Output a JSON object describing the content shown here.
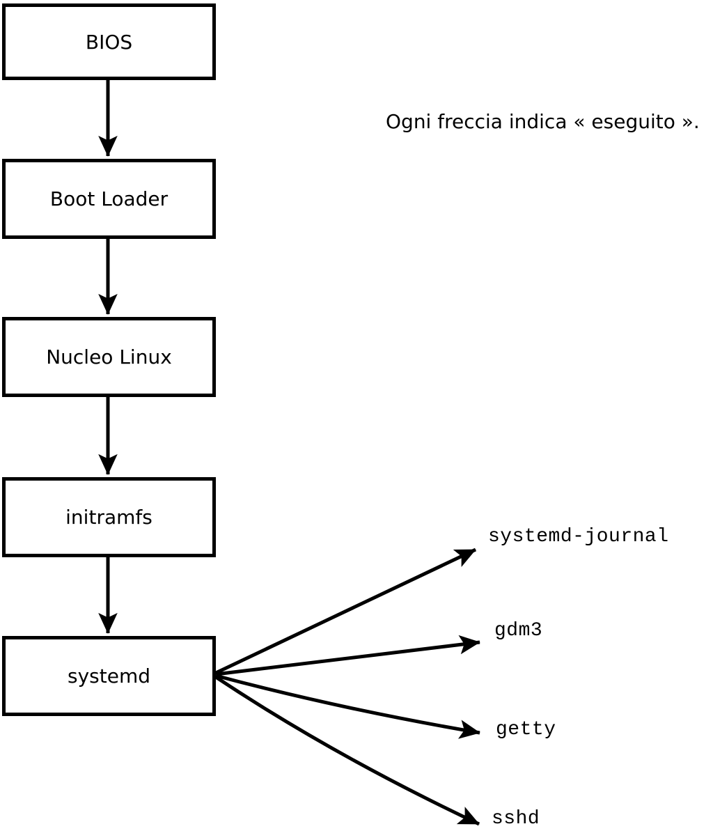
{
  "diagram": {
    "caption": "Ogni freccia indica « eseguito ».",
    "arrow_meaning": "eseguito",
    "boot_chain": [
      {
        "id": "bios",
        "label": "BIOS"
      },
      {
        "id": "boot",
        "label": "Boot Loader"
      },
      {
        "id": "kernel",
        "label": "Nucleo Linux"
      },
      {
        "id": "initramfs",
        "label": "initramfs"
      },
      {
        "id": "systemd",
        "label": "systemd"
      }
    ],
    "services": [
      "systemd-journal",
      "gdm3",
      "getty",
      "sshd"
    ],
    "edges": [
      {
        "from": "BIOS",
        "to": "Boot Loader"
      },
      {
        "from": "Boot Loader",
        "to": "Nucleo Linux"
      },
      {
        "from": "Nucleo Linux",
        "to": "initramfs"
      },
      {
        "from": "initramfs",
        "to": "systemd"
      },
      {
        "from": "systemd",
        "to": "systemd-journal"
      },
      {
        "from": "systemd",
        "to": "gdm3"
      },
      {
        "from": "systemd",
        "to": "getty"
      },
      {
        "from": "systemd",
        "to": "sshd"
      }
    ],
    "colors": {
      "line": "#000000",
      "background": "#ffffff",
      "box_fill": "#ffffff"
    }
  }
}
